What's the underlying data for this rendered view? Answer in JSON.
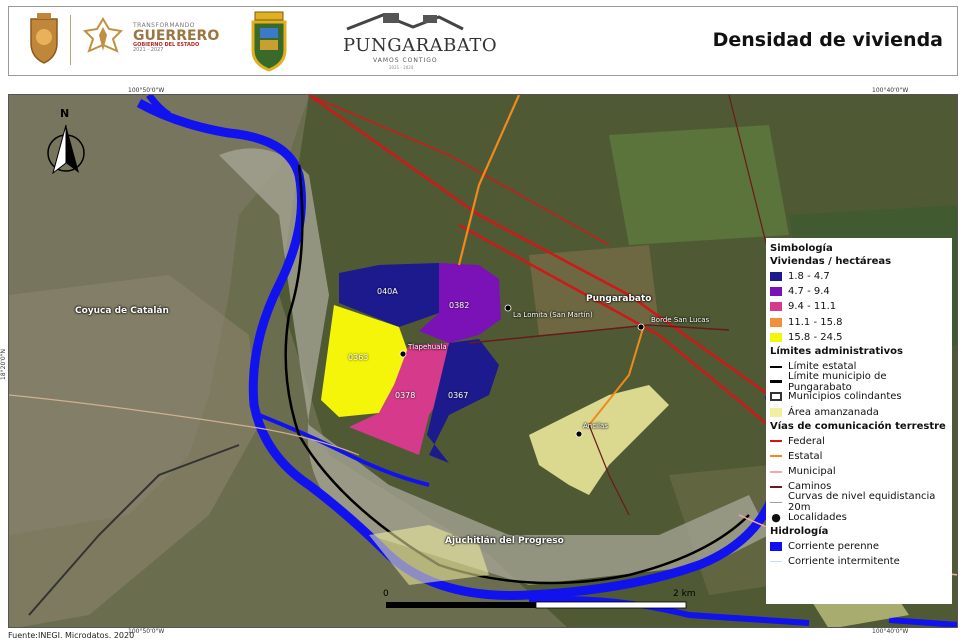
{
  "header": {
    "title": "Densidad de vivienda",
    "logos": {
      "guerrero_line1": "TRANSFORMANDO",
      "guerrero_line2": "GUERRERO",
      "guerrero_line3": "GOBIERNO DEL ESTADO",
      "guerrero_line4": "2021 - 2027",
      "municipio_name": "PUNGARABATO",
      "municipio_tagline": "VAMOS CONTIGO",
      "municipio_years": "2021 - 2024"
    }
  },
  "map": {
    "coords": {
      "top_left": "100°50'0\"W",
      "top_right": "100°40'0\"W",
      "bottom_left": "100°50'0\"W",
      "bottom_right": "100°40'0\"W",
      "left_side": "18°20'0\"N"
    },
    "places": {
      "coyuca": "Coyuca de Catalán",
      "pungarabato": "Pungarabato",
      "ajuchitlan": "Ajuchitlán del Progreso"
    },
    "localities": {
      "tlapehuala": "Tlapehuala",
      "loma": "La Lomita (San Martín)",
      "borde": "Borde San Lucas",
      "ancilas": "Ancilas"
    },
    "agebs": [
      "040A",
      "0382",
      "0363",
      "0378",
      "0367"
    ],
    "scale": {
      "start": "0",
      "end": "2 km"
    },
    "north_label": "N"
  },
  "legend": {
    "title": "Simbología",
    "density_title": "Viviendas / hectáreas",
    "density_classes": [
      {
        "label": "1.8 - 4.7",
        "color": "#1c1a8c"
      },
      {
        "label": "4.7 - 9.4",
        "color": "#7a12b8"
      },
      {
        "label": "9.4 - 11.1",
        "color": "#d63a8a"
      },
      {
        "label": "11.1 - 15.8",
        "color": "#f0903a"
      },
      {
        "label": "15.8 - 24.5",
        "color": "#f5f50a"
      }
    ],
    "admin_title": "Límites administrativos",
    "admin_items": [
      {
        "label": "Límite estatal"
      },
      {
        "label": "Límite municipio de Pungarabato"
      },
      {
        "label": "Municipios colindantes"
      },
      {
        "label": "Área amanzanada",
        "color": "#f2f0a0"
      }
    ],
    "roads_title": "Vías de comunicación terrestre",
    "roads_items": [
      {
        "label": "Federal",
        "color": "#d01818"
      },
      {
        "label": "Estatal",
        "color": "#f08a1a"
      },
      {
        "label": "Municipal",
        "color": "#f2a8a8"
      },
      {
        "label": "Caminos",
        "color": "#6a1a1a"
      },
      {
        "label": "Curvas de nivel equidistancia 20m",
        "color": "#a0a0a0"
      },
      {
        "label": "Localidades"
      }
    ],
    "hydro_title": "Hidrología",
    "hydro_items": [
      {
        "label": "Corriente perenne",
        "color": "#1010ee"
      },
      {
        "label": "Corriente intermitente",
        "color": "#c8dcf5"
      }
    ]
  },
  "footer": {
    "source": "Fuente:INEGI. Microdatos. 2020"
  }
}
